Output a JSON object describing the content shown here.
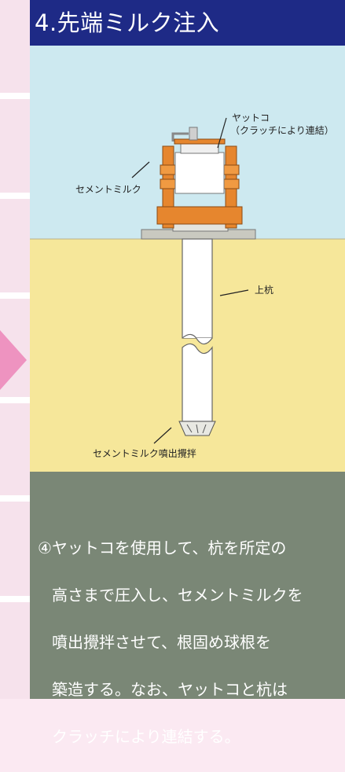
{
  "title": "4.先端ミルク注入",
  "labels": {
    "yattoko": "ヤットコ",
    "clutch": "（クラッチにより連結）",
    "cement_milk": "セメントミルク",
    "upper_pile": "上杭",
    "jet_mixing": "セメントミルク噴出攪拌"
  },
  "description": {
    "lines": [
      "④ヤットコを使用して、杭を所定の",
      "高さまで圧入し、セメントミルクを",
      "噴出攪拌させて、根固め球根を",
      "築造する。なお、ヤットコと杭は",
      "クラッチにより連結する。"
    ]
  },
  "colors": {
    "title_bg": "#1e2a86",
    "sky": "#cde9f0",
    "ground": "#f6e79a",
    "machine": "#e6862e",
    "panel": "#7a8776",
    "arrow": "#ee93c0"
  }
}
